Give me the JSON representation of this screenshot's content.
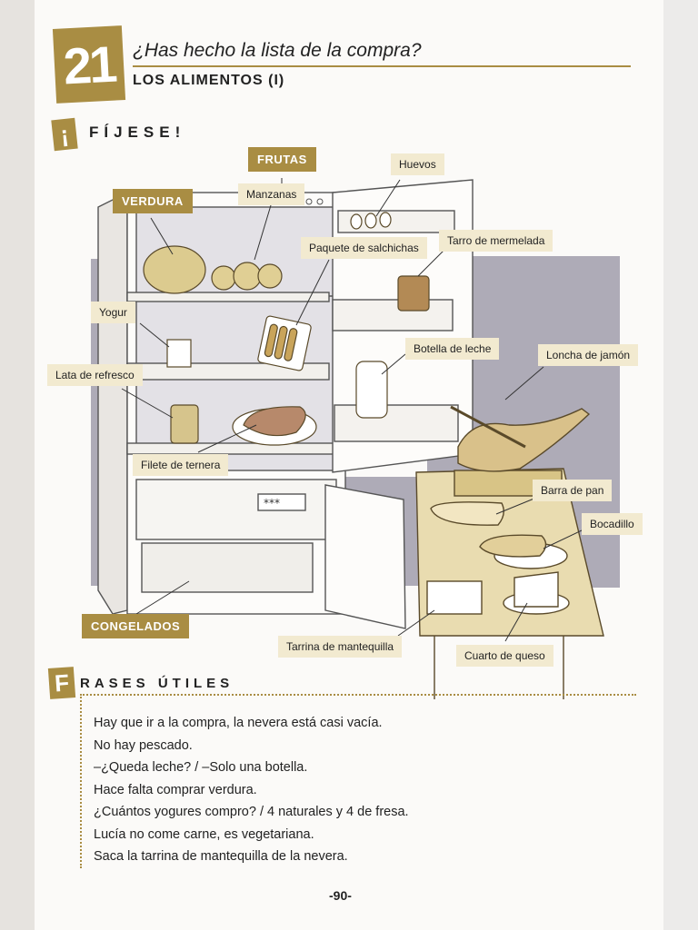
{
  "header": {
    "unit_number": "21",
    "title": "¿Has hecho la lista de la compra?",
    "subtitle": "LOS ALIMENTOS (I)"
  },
  "fijese": {
    "badge": "¡",
    "label": "FÍJESE!"
  },
  "categories": {
    "frutas": "FRUTAS",
    "verdura": "VERDURA",
    "congelados": "CONGELADOS"
  },
  "labels": {
    "huevos": "Huevos",
    "manzanas": "Manzanas",
    "paquete": "Paquete de salchichas",
    "tarro": "Tarro de mermelada",
    "yogur": "Yogur",
    "botella": "Botella de leche",
    "loncha": "Loncha de jamón",
    "lata": "Lata de refresco",
    "filete": "Filete de ternera",
    "barra": "Barra de pan",
    "bocadillo": "Bocadillo",
    "tarrina": "Tarrina de mantequilla",
    "queso": "Cuarto de queso"
  },
  "freezer_mark": "***",
  "frases": {
    "badge": "F",
    "title": "RASES ÚTILES",
    "items": [
      "Hay que ir a la compra, la nevera está casi vacía.",
      "No hay pescado.",
      "–¿Queda leche? / –Solo una botella.",
      "Hace falta comprar verdura.",
      "¿Cuántos yogures compro? / 4 naturales y 4 de fresa.",
      "Lucía no come carne, es vegetariana.",
      "Saca la tarrina de mantequilla de la nevera."
    ]
  },
  "page_number": "-90-",
  "colors": {
    "accent": "#a98d43",
    "label_bg": "#f2ead0",
    "shadow_gray": "#aeabb7"
  }
}
